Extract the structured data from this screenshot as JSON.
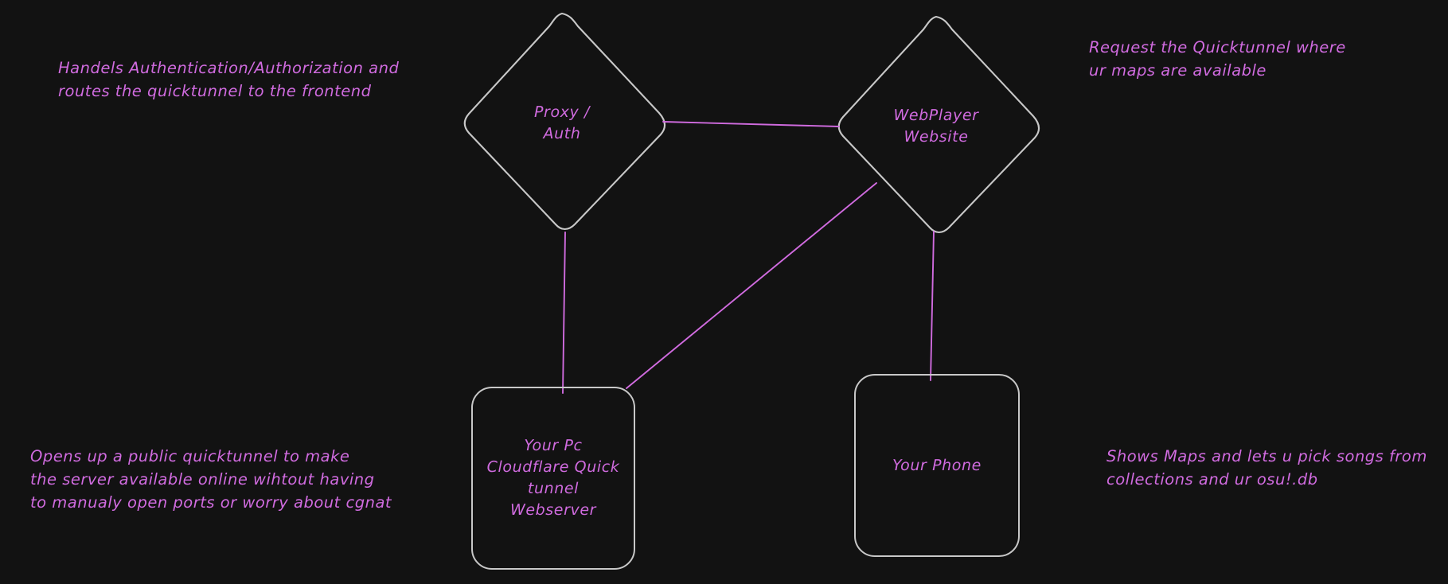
{
  "canvas": {
    "background_color": "#121212",
    "stroke_color": "#c8c8c8",
    "accent_color": "#d06bdf"
  },
  "nodes": [
    {
      "id": "proxy-auth",
      "shape": "diamond",
      "label": "Proxy /\nAuth"
    },
    {
      "id": "webplayer-website",
      "shape": "diamond",
      "label": "WebPlayer\nWebsite"
    },
    {
      "id": "your-pc",
      "shape": "rounded-rectangle",
      "label": "Your Pc\nCloudflare Quick\ntunnel\nWebserver"
    },
    {
      "id": "your-phone",
      "shape": "rounded-rectangle",
      "label": "Your Phone"
    }
  ],
  "annotations": [
    {
      "id": "proxy-auth-note",
      "text": "Handels Authentication/Authorization and\nroutes the quicktunnel to the frontend"
    },
    {
      "id": "webplayer-note",
      "text": "Request the Quicktunnel where\nur maps are available"
    },
    {
      "id": "your-pc-note",
      "text": "Opens up a public quicktunnel to make\nthe server available online wihtout having\nto manualy open ports or worry about cgnat"
    },
    {
      "id": "your-phone-note",
      "text": "Shows Maps and lets u pick songs from\ncollections and ur osu!.db"
    }
  ],
  "edges": [
    {
      "id": "proxy-to-webplayer",
      "from": "proxy-auth",
      "to": "webplayer-website"
    },
    {
      "id": "proxy-to-your-pc",
      "from": "proxy-auth",
      "to": "your-pc"
    },
    {
      "id": "your-pc-to-webplayer",
      "from": "your-pc",
      "to": "webplayer-website"
    },
    {
      "id": "webplayer-to-your-phone",
      "from": "webplayer-website",
      "to": "your-phone"
    }
  ]
}
